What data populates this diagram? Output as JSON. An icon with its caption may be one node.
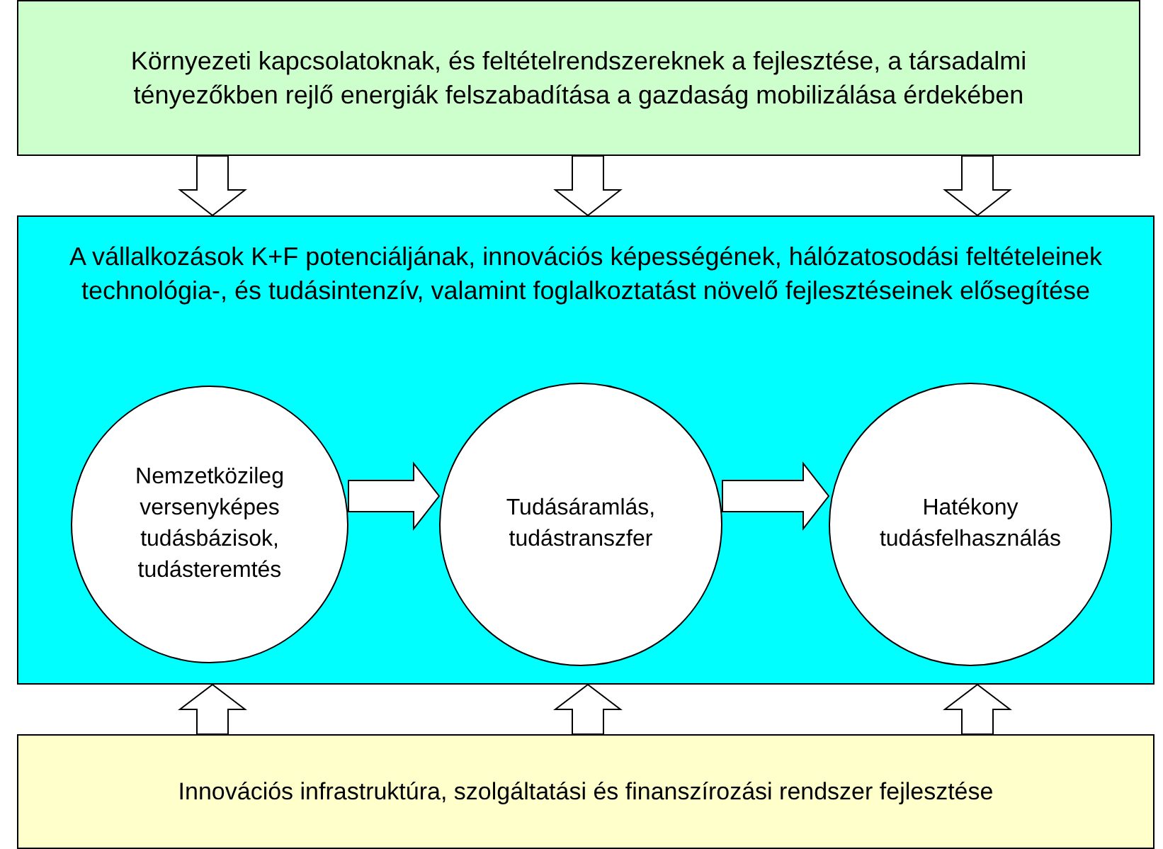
{
  "diagram": {
    "nodes": [
      {
        "text": [
          "Környezeti kapcsolatoknak, és feltételrendszereknek a fejlesztése, a társadalmi tényezőkben rejlő energiák felszabadítása a gazdaság mobilizálása érdekében"
        ]
      },
      {
        "text": [
          "A vállalkozások K+F potenciáljának, innovációs képességének, hálózatosodási feltételeinek technológia-, és tudásintenzív, valamint foglalkoztatást növelő fejlesztéseinek elősegítése"
        ]
      },
      {
        "text": [
          "Nemzetközileg versenyképes tudásbázisok, tudásteremtés"
        ],
        "in": 1
      },
      {
        "text": [
          "Tudásáramlás, tudástranszfer"
        ],
        "in": 1
      },
      {
        "text": [
          "Hatékony tudásfelhasználás"
        ],
        "in": 1
      },
      {
        "text": [
          "Innovációs infrastruktúra, szolgáltatási és finanszírozási rendszer fejlesztése"
        ]
      }
    ],
    "edges": [
      {
        "from": 0,
        "to": 1,
        "arrow": "to"
      },
      {
        "from": 0,
        "to": 1,
        "arrow": "to"
      },
      {
        "from": 0,
        "to": 1,
        "arrow": "to"
      },
      {
        "from": 2,
        "to": 3,
        "arrow": "to"
      },
      {
        "from": 3,
        "to": 4,
        "arrow": "to"
      },
      {
        "from": 5,
        "to": 1,
        "arrow": "to"
      },
      {
        "from": 5,
        "to": 1,
        "arrow": "to"
      },
      {
        "from": 5,
        "to": 1,
        "arrow": "to"
      }
    ]
  }
}
